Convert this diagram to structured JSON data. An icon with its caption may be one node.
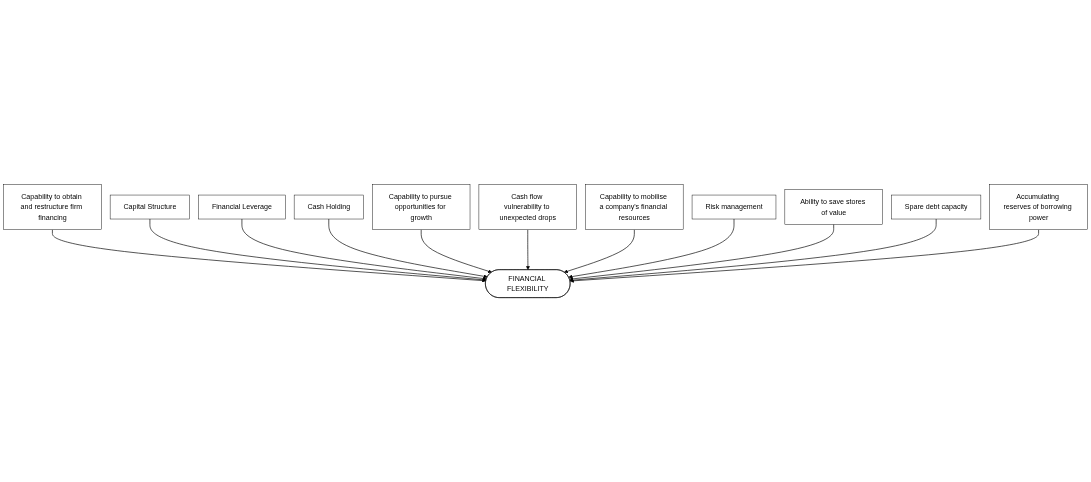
{
  "diagram": {
    "nodes": [
      {
        "text": [
          "Capability to obtain and restructure firm financing"
        ]
      },
      {
        "text": [
          "Capital Structure"
        ]
      },
      {
        "text": [
          "Financial Leverage"
        ]
      },
      {
        "text": [
          "Cash Holding"
        ]
      },
      {
        "text": [
          "Capability to pursue opportunities for growth"
        ]
      },
      {
        "text": [
          "Cash flow vulnerability to unexpected drops"
        ]
      },
      {
        "text": [
          "FINANCIAL FLEXIBILITY"
        ]
      },
      {
        "text": [
          "Capability to mobilise a company's financial resources"
        ]
      },
      {
        "text": [
          "Risk management"
        ]
      },
      {
        "text": [
          "Ability to save stores of value"
        ]
      },
      {
        "text": [
          "Spare debt capacity"
        ]
      },
      {
        "text": [
          "Accumulating reserves of borrowing power"
        ]
      }
    ],
    "edges": [
      {
        "from": 0,
        "to": 6,
        "arrow": "to"
      },
      {
        "from": 1,
        "to": 6,
        "arrow": "to"
      },
      {
        "from": 2,
        "to": 6,
        "arrow": "to"
      },
      {
        "from": 3,
        "to": 6,
        "arrow": "to"
      },
      {
        "from": 4,
        "to": 6,
        "arrow": "to"
      },
      {
        "from": 5,
        "to": 6,
        "arrow": "to"
      },
      {
        "from": 7,
        "to": 6,
        "arrow": "to"
      },
      {
        "from": 8,
        "to": 6,
        "arrow": "to"
      },
      {
        "from": 9,
        "to": 6,
        "arrow": "to"
      },
      {
        "from": 10,
        "to": 6,
        "arrow": "to"
      },
      {
        "from": 11,
        "to": 6,
        "arrow": "to"
      }
    ]
  }
}
